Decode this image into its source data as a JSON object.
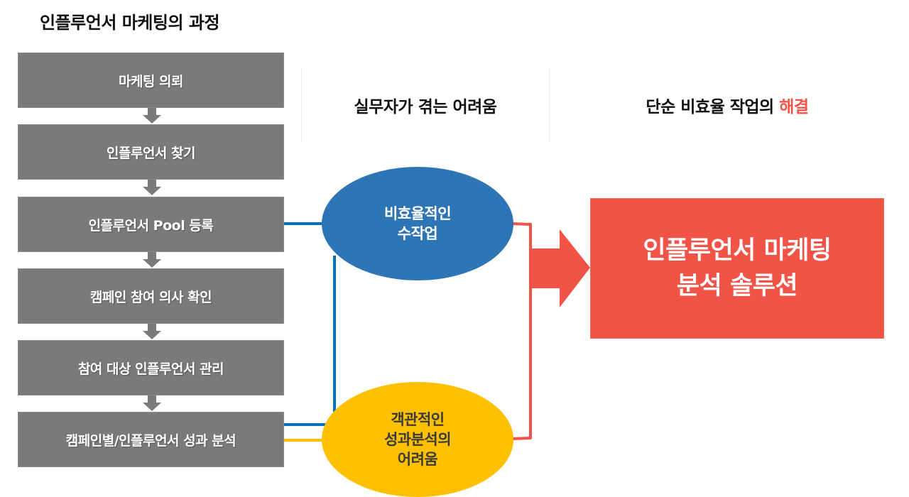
{
  "title": "인플루언서 마케팅의 과정",
  "process_steps": [
    {
      "label": "마케팅 의뢰"
    },
    {
      "label": "인플루언서 찾기"
    },
    {
      "label": "인플루언서 Pool 등록"
    },
    {
      "label": "캠페인 참여 의사 확인"
    },
    {
      "label": "참여 대상 인플루언서 관리"
    },
    {
      "label": "캠페인별/인플루언서 성과 분석"
    }
  ],
  "columns": {
    "difficulties_header": "실무자가 겪는 어려움",
    "solution_header_prefix": "단순 비효율 작업의 ",
    "solution_header_accent": "해결"
  },
  "difficulties": [
    {
      "line1": "비효율적인",
      "line2": "수작업",
      "line3": ""
    },
    {
      "line1": "객관적인",
      "line2": "성과분석의",
      "line3": "어려움"
    }
  ],
  "solution": {
    "line1": "인플루언서 마케팅",
    "line2": "분석 솔루션"
  },
  "colors": {
    "step_gray": "#7a7a7a",
    "blue": "#2e75b6",
    "blue_line": "#0070c0",
    "yellow": "#ffc000",
    "red": "#f15347"
  }
}
